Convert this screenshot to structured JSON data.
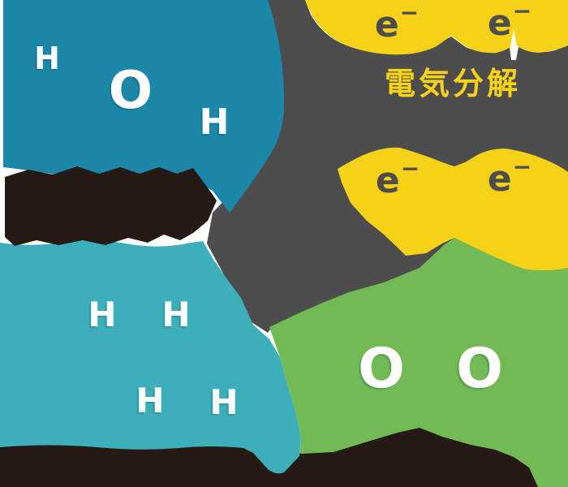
{
  "colors": {
    "background": "#ffffff",
    "charcoal_bg": "#4d4d4d",
    "water_blue": "#1b87a9",
    "hydrogen_teal": "#3cafba",
    "oxygen_green": "#72ba53",
    "electron_yellow": "#f5d117",
    "dark_blob": "#251a15",
    "atom_letter": "#ffffff"
  },
  "process": {
    "label": "電気分解"
  },
  "electrons": {
    "symbol": "e",
    "charge": "−"
  },
  "water_molecule": {
    "atoms": [
      "H",
      "O",
      "H"
    ]
  },
  "hydrogen_molecules": {
    "atoms": [
      "H",
      "H",
      "H",
      "H"
    ]
  },
  "oxygen_molecule": {
    "atoms": [
      "O",
      "O"
    ]
  }
}
